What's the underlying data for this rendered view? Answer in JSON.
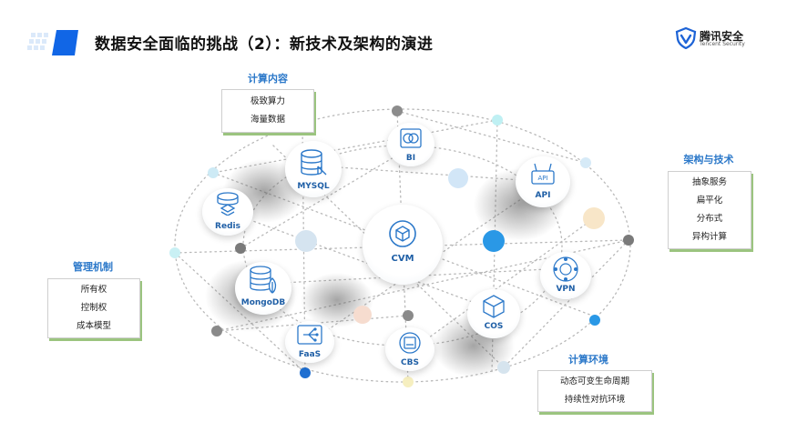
{
  "title": "数据安全面临的挑战（2）：新技术及架构的演进",
  "brand": {
    "name": "腾讯安全",
    "sub": "Tencent Security",
    "icon": "shield-v-icon"
  },
  "sections": {
    "compute_content": {
      "heading": "计算内容",
      "items": [
        "极致算力",
        "海量数据"
      ]
    },
    "arch_tech": {
      "heading": "架构与技术",
      "items": [
        "抽象服务",
        "扁平化",
        "分布式",
        "异构计算"
      ]
    },
    "management": {
      "heading": "管理机制",
      "items": [
        "所有权",
        "控制权",
        "成本模型"
      ]
    },
    "compute_env": {
      "heading": "计算环境",
      "items": [
        "动态可变生命周期",
        "持续性对抗环境"
      ]
    }
  },
  "nodes": {
    "cvm": {
      "label": "CVM",
      "icon": "cube-icon"
    },
    "mysql": {
      "label": "MYSQL",
      "icon": "database-icon"
    },
    "bi": {
      "label": "BI",
      "icon": "overlap-circles-icon"
    },
    "api": {
      "label": "API",
      "icon": "api-router-icon"
    },
    "redis": {
      "label": "Redis",
      "icon": "stack-icon"
    },
    "mongodb": {
      "label": "MongoDB",
      "icon": "database-leaf-icon"
    },
    "vpn": {
      "label": "VPN",
      "icon": "network-icon"
    },
    "cos": {
      "label": "COS",
      "icon": "box-icon"
    },
    "faas": {
      "label": "FaaS",
      "icon": "function-icon"
    },
    "cbs": {
      "label": "CBS",
      "icon": "disk-icon"
    }
  },
  "colors": {
    "accent": "#2b78c9",
    "node_label": "#1f5fa6",
    "box_shadow": "#9bc47f",
    "title": "#111111"
  }
}
